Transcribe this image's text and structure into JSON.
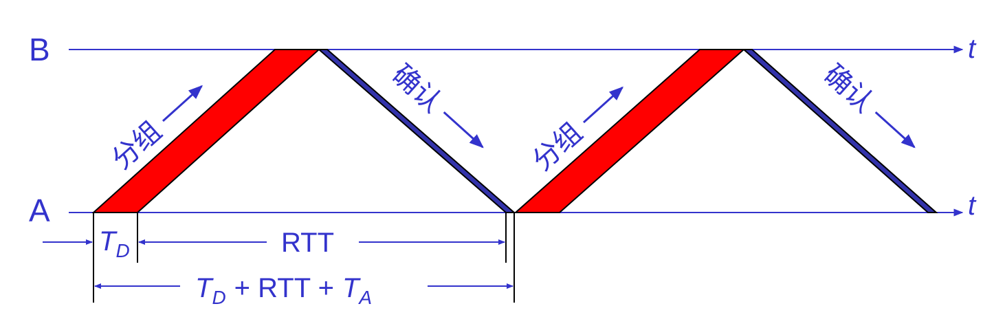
{
  "stations": {
    "top": "B",
    "bottom": "A"
  },
  "time_axis_label": "t",
  "packet_label": "分组",
  "ack_label": "确认",
  "rtt_label": "RTT",
  "td_main": "T",
  "td_sub": "D",
  "ta_main": "T",
  "ta_sub": "A",
  "total_plus1": "+ RTT +",
  "colors": {
    "line": "#3333cc",
    "packet": "#ff0000",
    "ack": "#3333aa",
    "outline": "#000000"
  }
}
